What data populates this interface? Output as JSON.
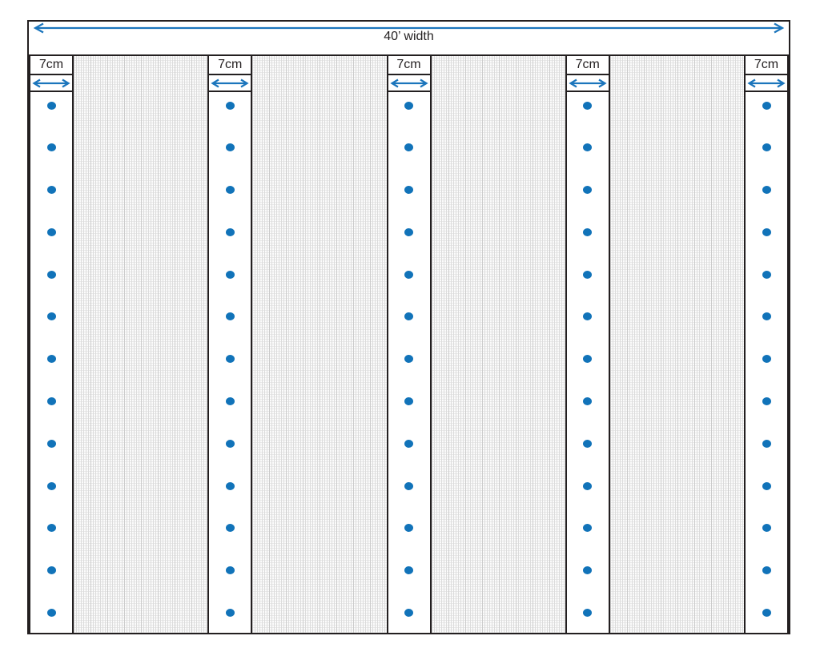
{
  "diagram": {
    "title": "40’ width",
    "strip_count": 5,
    "dots_per_strip": 13,
    "colors": {
      "accent": "#1b75bc",
      "dot": "#1173b9",
      "ink": "#231f20",
      "mesh_line": "#dcdcdc"
    }
  },
  "strips": [
    {
      "label": "7cm"
    },
    {
      "label": "7cm"
    },
    {
      "label": "7cm"
    },
    {
      "label": "7cm"
    },
    {
      "label": "7cm"
    }
  ]
}
